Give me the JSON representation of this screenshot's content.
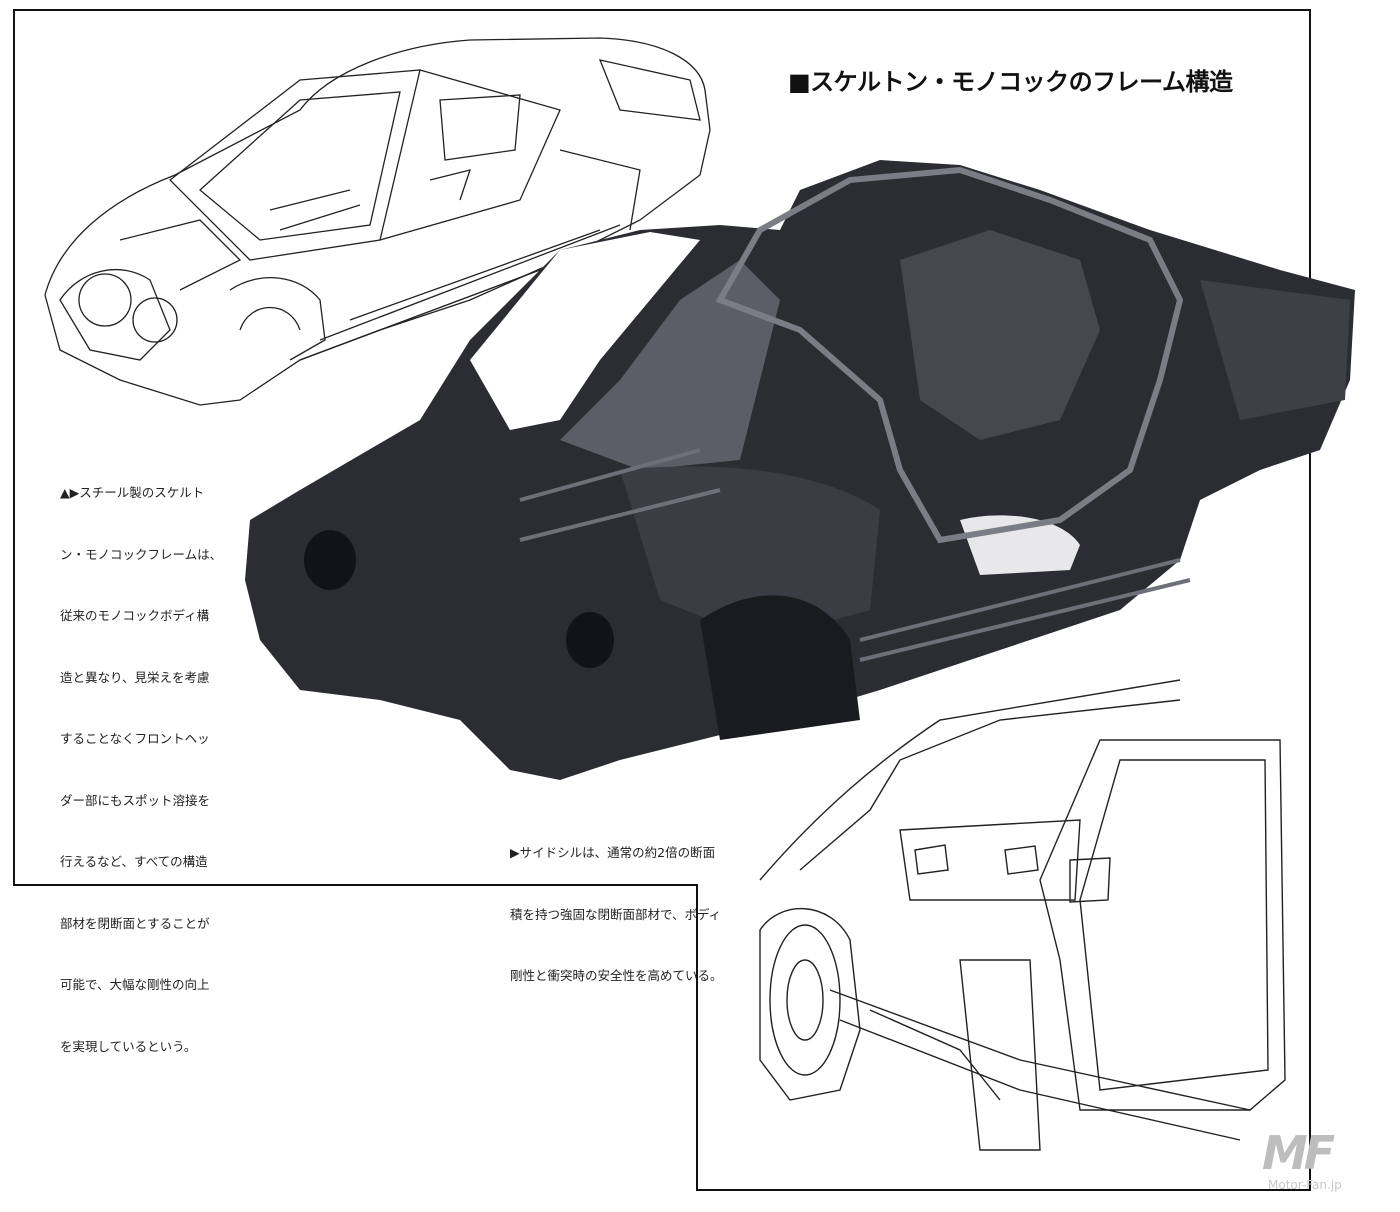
{
  "heading": "■スケルトン・モノコックのフレーム構造",
  "captions": {
    "frame": "▲▶スチール製のスケルトン・モノコックフレームは、従来のモノコックボディ構造と異なり、見栄えを考慮することなくフロントヘッダー部にもスポット溶接を行えるなど、すべての構造部材を閉断面とすることが可能で、大幅な剛性の向上を実現しているという。",
    "frame_lines": [
      "▲▶スチール製のスケルト",
      "ン・モノコックフレームは、",
      "従来のモノコックボディ構",
      "造と異なり、見栄えを考慮",
      "することなくフロントヘッ",
      "ダー部にもスポット溶接を",
      "行えるなど、すべての構造",
      "部材を閉断面とすることが",
      "可能で、大幅な剛性の向上",
      "を実現しているという。"
    ],
    "sill_lines": [
      "▶サイドシルは、通常の約2倍の断面",
      "積を持つ強固な閉断面部材で、ボディ",
      "剛性と衝突時の安全性を高めている。"
    ]
  },
  "watermark": {
    "mark": "MF",
    "site": "Motor-Fan.jp"
  },
  "colors": {
    "frame_dark": "#2b2d33",
    "line": "#222222",
    "logo": "#bdbdbd"
  }
}
